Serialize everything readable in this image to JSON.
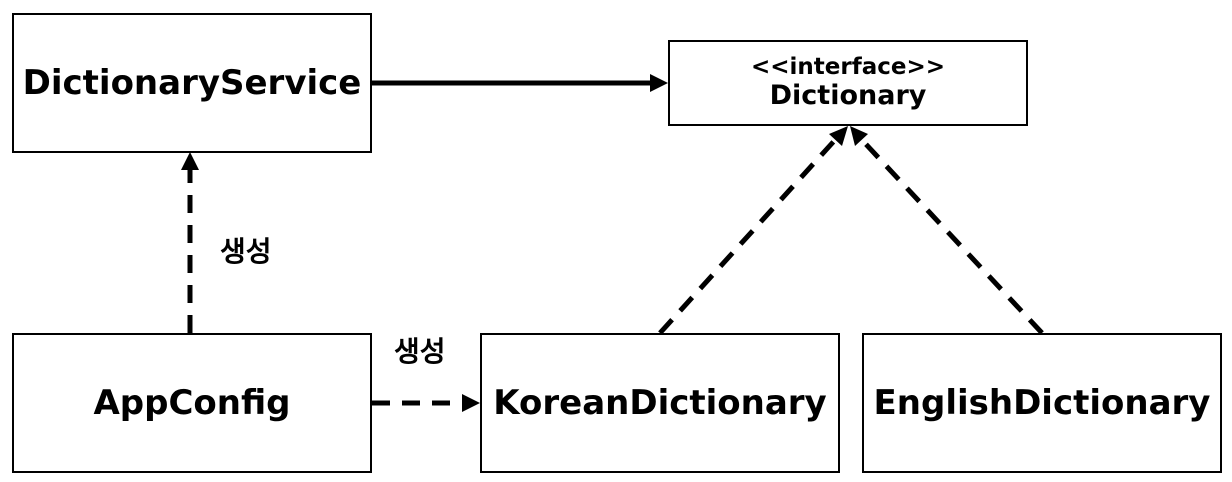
{
  "nodes": {
    "dictionary_service": {
      "label": "DictionaryService"
    },
    "dictionary_interface": {
      "stereotype": "<<interface>>",
      "label": "Dictionary"
    },
    "app_config": {
      "label": "AppConfig"
    },
    "korean_dictionary": {
      "label": "KoreanDictionary"
    },
    "english_dictionary": {
      "label": "EnglishDictionary"
    }
  },
  "edges": {
    "create_service": {
      "label": "생성"
    },
    "create_korean": {
      "label": "생성"
    }
  }
}
